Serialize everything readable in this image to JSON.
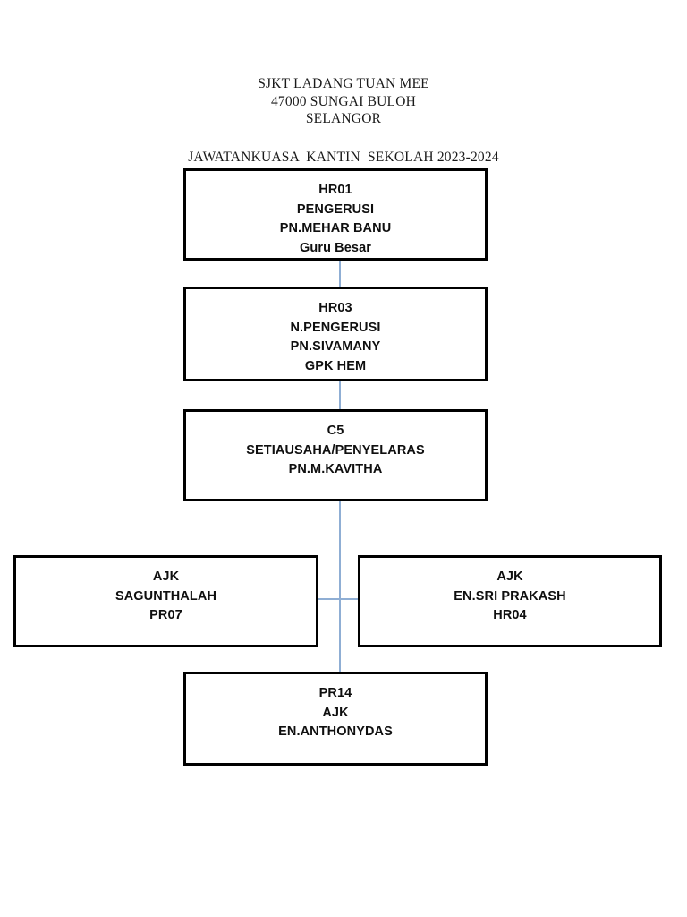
{
  "header": {
    "address_lines": [
      "SJKT LADANG TUAN MEE",
      "47000 SUNGAI BULOH",
      "SELANGOR"
    ],
    "title": "JAWATANKUASA  KANTIN  SEKOLAH 2023-2024"
  },
  "colors": {
    "box_border": "#000000",
    "connector": "#8faed4",
    "text": "#0f0f0f",
    "background": "#ffffff"
  },
  "chart_data": {
    "type": "diagram",
    "title": "JAWATANKUASA  KANTIN  SEKOLAH 2023-2024",
    "nodes": [
      {
        "id": "HR01",
        "lines": [
          "HR01",
          "PENGERUSI",
          "PN.MEHAR BANU",
          "Guru Besar"
        ],
        "code": "HR01",
        "role": "PENGERUSI",
        "name": "PN.MEHAR BANU",
        "position": "Guru Besar"
      },
      {
        "id": "HR03",
        "lines": [
          "HR03",
          "N.PENGERUSI",
          "PN.SIVAMANY",
          "GPK HEM"
        ],
        "code": "HR03",
        "role": "N.PENGERUSI",
        "name": "PN.SIVAMANY",
        "position": "GPK HEM"
      },
      {
        "id": "C5",
        "lines": [
          "C5",
          "SETIAUSAHA/PENYELARAS",
          "PN.M.KAVITHA"
        ],
        "code": "C5",
        "role": "SETIAUSAHA/PENYELARAS",
        "name": "PN.M.KAVITHA"
      },
      {
        "id": "PR07",
        "lines": [
          "AJK",
          "SAGUNTHALAH",
          "PR07"
        ],
        "code": "PR07",
        "role": "AJK",
        "name": "SAGUNTHALAH"
      },
      {
        "id": "HR04",
        "lines": [
          "AJK",
          "EN.SRI PRAKASH",
          "HR04"
        ],
        "code": "HR04",
        "role": "AJK",
        "name": "EN.SRI PRAKASH"
      },
      {
        "id": "PR14",
        "lines": [
          "PR14",
          "AJK",
          "EN.ANTHONYDAS"
        ],
        "code": "PR14",
        "role": "AJK",
        "name": "EN.ANTHONYDAS"
      }
    ],
    "edges": [
      {
        "from": "HR01",
        "to": "HR03"
      },
      {
        "from": "HR03",
        "to": "C5"
      },
      {
        "from": "C5",
        "to": "PR07"
      },
      {
        "from": "C5",
        "to": "HR04"
      },
      {
        "from": "C5",
        "to": "PR14"
      }
    ]
  }
}
